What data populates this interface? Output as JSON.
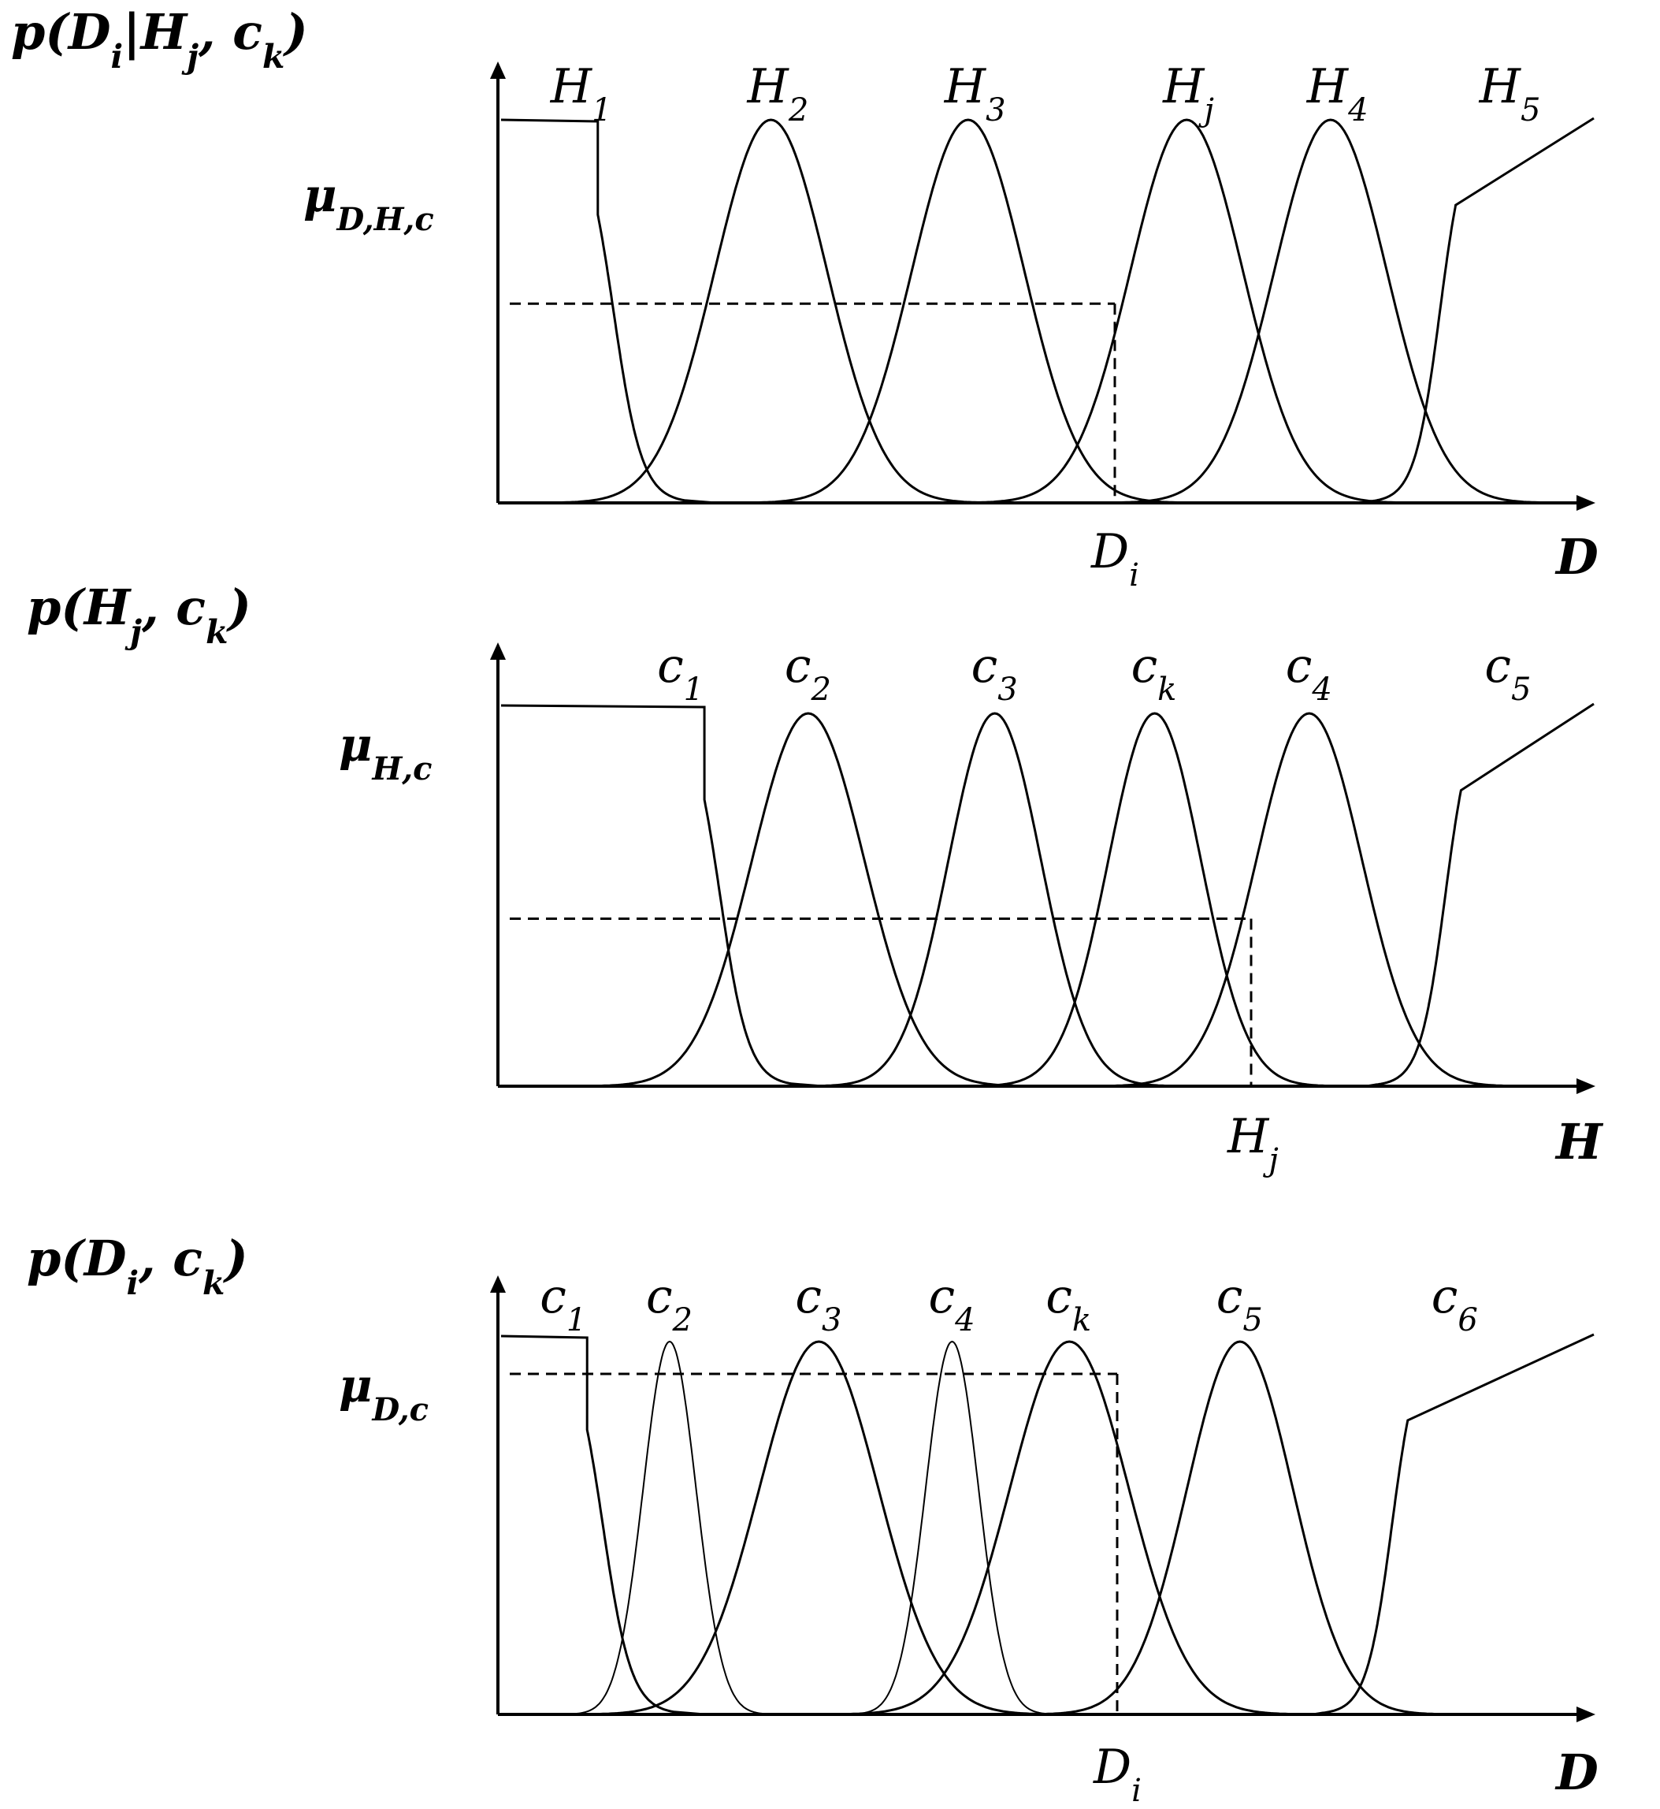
{
  "panels": [
    {
      "title": {
        "prefix": "p(",
        "a": "D",
        "a_sub": "i",
        "sep": "|",
        "b": "H",
        "b_sub": "j",
        "comma": ", ",
        "c": "c",
        "c_sub": "k",
        "suffix": ")"
      },
      "ylabel": {
        "main": "μ",
        "sub": "D,H,c"
      },
      "xlabel": "D",
      "marker": {
        "main": "D",
        "sub": "i",
        "level": 0.52
      },
      "curves": [
        {
          "name": "H",
          "sub": "1",
          "kind": "left-shoulder",
          "center": 0.09
        },
        {
          "name": "H",
          "sub": "2",
          "kind": "bell",
          "center": 0.245,
          "width": 0.085
        },
        {
          "name": "H",
          "sub": "3",
          "kind": "bell",
          "center": 0.43,
          "width": 0.085
        },
        {
          "name": "H",
          "sub": "j",
          "kind": "bell",
          "center": 0.635,
          "width": 0.085
        },
        {
          "name": "H",
          "sub": "4",
          "kind": "bell",
          "center": 0.77,
          "width": 0.085
        },
        {
          "name": "H",
          "sub": "5",
          "kind": "right-shoulder",
          "center": 0.88
        }
      ]
    },
    {
      "title": {
        "prefix": "p(",
        "a": "H",
        "a_sub": "j",
        "sep": "",
        "b": "",
        "b_sub": "",
        "comma": ", ",
        "c": "c",
        "c_sub": "k",
        "suffix": ")"
      },
      "ylabel": {
        "main": "μ",
        "sub": "H,c"
      },
      "xlabel": "H",
      "marker": {
        "main": "H",
        "sub": "j",
        "level": 0.44
      },
      "curves": [
        {
          "name": "c",
          "sub": "1",
          "kind": "left-shoulder",
          "center": 0.19
        },
        {
          "name": "c",
          "sub": "2",
          "kind": "bell",
          "center": 0.28,
          "width": 0.085
        },
        {
          "name": "c",
          "sub": "3",
          "kind": "bell",
          "center": 0.455,
          "width": 0.07
        },
        {
          "name": "c",
          "sub": "k",
          "kind": "bell",
          "center": 0.605,
          "width": 0.07
        },
        {
          "name": "c",
          "sub": "4",
          "kind": "bell",
          "center": 0.75,
          "width": 0.08
        },
        {
          "name": "c",
          "sub": "5",
          "kind": "right-shoulder",
          "center": 0.885
        }
      ]
    },
    {
      "title": {
        "prefix": "p(",
        "a": "D",
        "a_sub": "i",
        "sep": "",
        "b": "",
        "b_sub": "",
        "comma": ", ",
        "c": "c",
        "c_sub": "k",
        "suffix": ")"
      },
      "ylabel": {
        "main": "μ",
        "sub": "D,c"
      },
      "xlabel": "D",
      "marker": {
        "main": "D",
        "sub": "i",
        "level": 0.9
      },
      "curves": [
        {
          "name": "c",
          "sub": "1",
          "kind": "left-shoulder",
          "center": 0.08
        },
        {
          "name": "c",
          "sub": "2",
          "kind": "bell-thin",
          "center": 0.15,
          "width": 0.04
        },
        {
          "name": "c",
          "sub": "3",
          "kind": "bell",
          "center": 0.29,
          "width": 0.09
        },
        {
          "name": "c",
          "sub": "4",
          "kind": "bell-thin",
          "center": 0.415,
          "width": 0.04
        },
        {
          "name": "c",
          "sub": "k",
          "kind": "bell",
          "center": 0.525,
          "width": 0.09
        },
        {
          "name": "c",
          "sub": "5",
          "kind": "bell",
          "center": 0.685,
          "width": 0.08
        },
        {
          "name": "c",
          "sub": "6",
          "kind": "right-shoulder",
          "center": 0.835
        }
      ]
    }
  ]
}
